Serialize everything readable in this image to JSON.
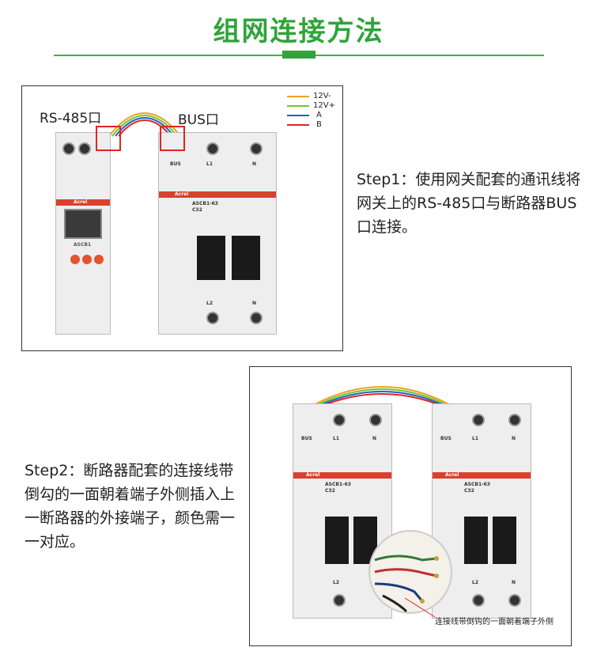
{
  "title": "组网连接方法",
  "legend": [
    {
      "label": "12V-",
      "color": "#f0a020"
    },
    {
      "label": "12V+",
      "color": "#6cc832"
    },
    {
      "label": "A",
      "color": "#2060c8"
    },
    {
      "label": "B",
      "color": "#e02424"
    }
  ],
  "labels": {
    "rs485": "RS-485口",
    "bus": "BUS口"
  },
  "device": {
    "brand": "Acrel",
    "model": "ASCB1-63",
    "rating": "C32",
    "bus": "BUS",
    "l1": "L1",
    "n": "N",
    "l2": "L2",
    "gateway_name": "ASCB1"
  },
  "step1": {
    "text": "Step1：使用网关配套的通讯线将网关上的RS-485口与断路器BUS口连接。"
  },
  "step2": {
    "text": "Step2：断路器配套的连接线带倒勾的一面朝着端子外侧插入上一断路器的外接端子，颜色需一一对应。"
  },
  "callout": {
    "text": "连接线带倒钩的一面朝着端子外侧"
  }
}
